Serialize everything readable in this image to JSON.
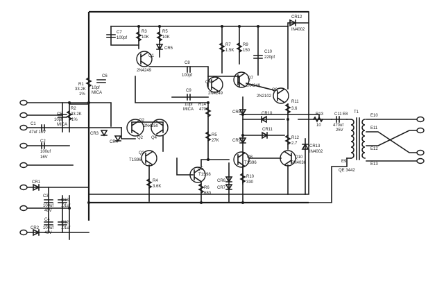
{
  "components": {
    "cr12": [
      "CR12",
      "IN4002"
    ],
    "c7": [
      "C7",
      "100pf"
    ],
    "r3": [
      "R3",
      "10K"
    ],
    "r5": [
      "R5",
      "10K"
    ],
    "cr5": "CR5",
    "q1": [
      "Q1",
      "2N4249"
    ],
    "r7": [
      "R7",
      "1.5K"
    ],
    "r9": [
      "R9",
      "150"
    ],
    "c10": [
      "C10",
      "220pf"
    ],
    "c8": [
      "C8",
      "100pf"
    ],
    "q6": [
      "Q6",
      "2N4249"
    ],
    "q7": [
      "Q7",
      "2N4249"
    ],
    "q9": [
      "Q9",
      "2N2102"
    ],
    "r1": [
      "R1",
      "33.2K",
      "1%"
    ],
    "c6": [
      "C6",
      "10pf",
      "MICA"
    ],
    "c9": [
      "C9",
      "10pf",
      "MICA"
    ],
    "r14": [
      "R14",
      "470"
    ],
    "r11": [
      "R11",
      "3.6"
    ],
    "c5": [
      "C5",
      "10pf",
      "MICA"
    ],
    "r2": [
      "R2",
      "33.2K",
      "1%"
    ],
    "c1": [
      "C1",
      "47uf 16V"
    ],
    "cr3": "CR3",
    "cr4": "CR4",
    "q2_pair": [
      "Q2",
      "2N4250",
      "Q2",
      "Q4"
    ],
    "cr8": "CR8",
    "cr10": "CR10",
    "cr11": "CR11",
    "cr9": "CR9",
    "r5b": [
      "R5",
      "27K"
    ],
    "r13": [
      "R13",
      "10"
    ],
    "c11": [
      "C11",
      "470uf",
      "25V"
    ],
    "e8": "E8",
    "t1": "T1",
    "e10": "E10",
    "e11": "E11",
    "e12": "E12",
    "e13": "E13",
    "e9": "E9",
    "t1_part": "QE 3442",
    "r12": [
      "R12",
      "2.7"
    ],
    "cr13": [
      "CR13",
      "IN4002"
    ],
    "c2": [
      "C2",
      "100uf",
      "16V"
    ],
    "q3": [
      "Q3",
      "T1S96"
    ],
    "q5": [
      "Q5",
      "T1S98"
    ],
    "q8": [
      "Q8",
      "T1S96"
    ],
    "q10": [
      "Q10",
      "2N4036"
    ],
    "r4": [
      "R4",
      "3.6K"
    ],
    "r6": [
      "R6",
      "680"
    ],
    "cr6": "CR6",
    "cr7": "CR7",
    "r10": [
      "R10",
      "330"
    ],
    "cr1": "CR1",
    "c3": [
      "C3",
      "100uf",
      "40V"
    ],
    "c13": [
      "C13",
      ".01uf"
    ],
    "c4": [
      "C4",
      "100uf",
      "40V"
    ],
    "c12": [
      "C12",
      ".01uf"
    ],
    "cr2": "CR2"
  }
}
